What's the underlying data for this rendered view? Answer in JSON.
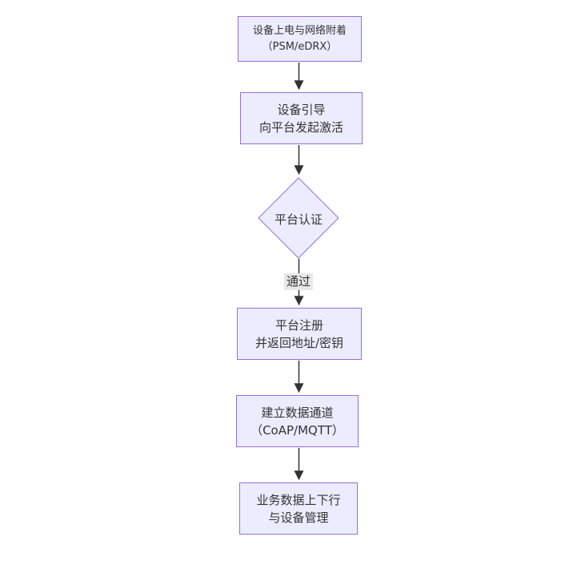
{
  "diagram": {
    "type": "flowchart-top-down",
    "colors": {
      "node_fill": "#ECECFF",
      "node_border": "#9370DB",
      "text": "#333333",
      "arrow": "#333333",
      "edge_label_bg": "#e8e8e8",
      "background": "#ffffff"
    },
    "nodes": [
      {
        "id": "power-on",
        "shape": "rect",
        "label": "设备上电与网络附着\n（PSM/eDRX）"
      },
      {
        "id": "bootstrap",
        "shape": "rect",
        "label": "设备引导\n向平台发起激活"
      },
      {
        "id": "platform-auth",
        "shape": "diamond",
        "label": "平台认证"
      },
      {
        "id": "register",
        "shape": "rect",
        "label": "平台注册\n并返回地址/密钥"
      },
      {
        "id": "data-channel",
        "shape": "rect",
        "label": "建立数据通道\n（CoAP/MQTT）"
      },
      {
        "id": "business-data",
        "shape": "rect",
        "label": "业务数据上下行\n与设备管理"
      }
    ],
    "edges": [
      {
        "from": "power-on",
        "to": "bootstrap",
        "label": ""
      },
      {
        "from": "bootstrap",
        "to": "platform-auth",
        "label": ""
      },
      {
        "from": "platform-auth",
        "to": "register",
        "label": "通过"
      },
      {
        "from": "register",
        "to": "data-channel",
        "label": ""
      },
      {
        "from": "data-channel",
        "to": "business-data",
        "label": ""
      }
    ]
  }
}
